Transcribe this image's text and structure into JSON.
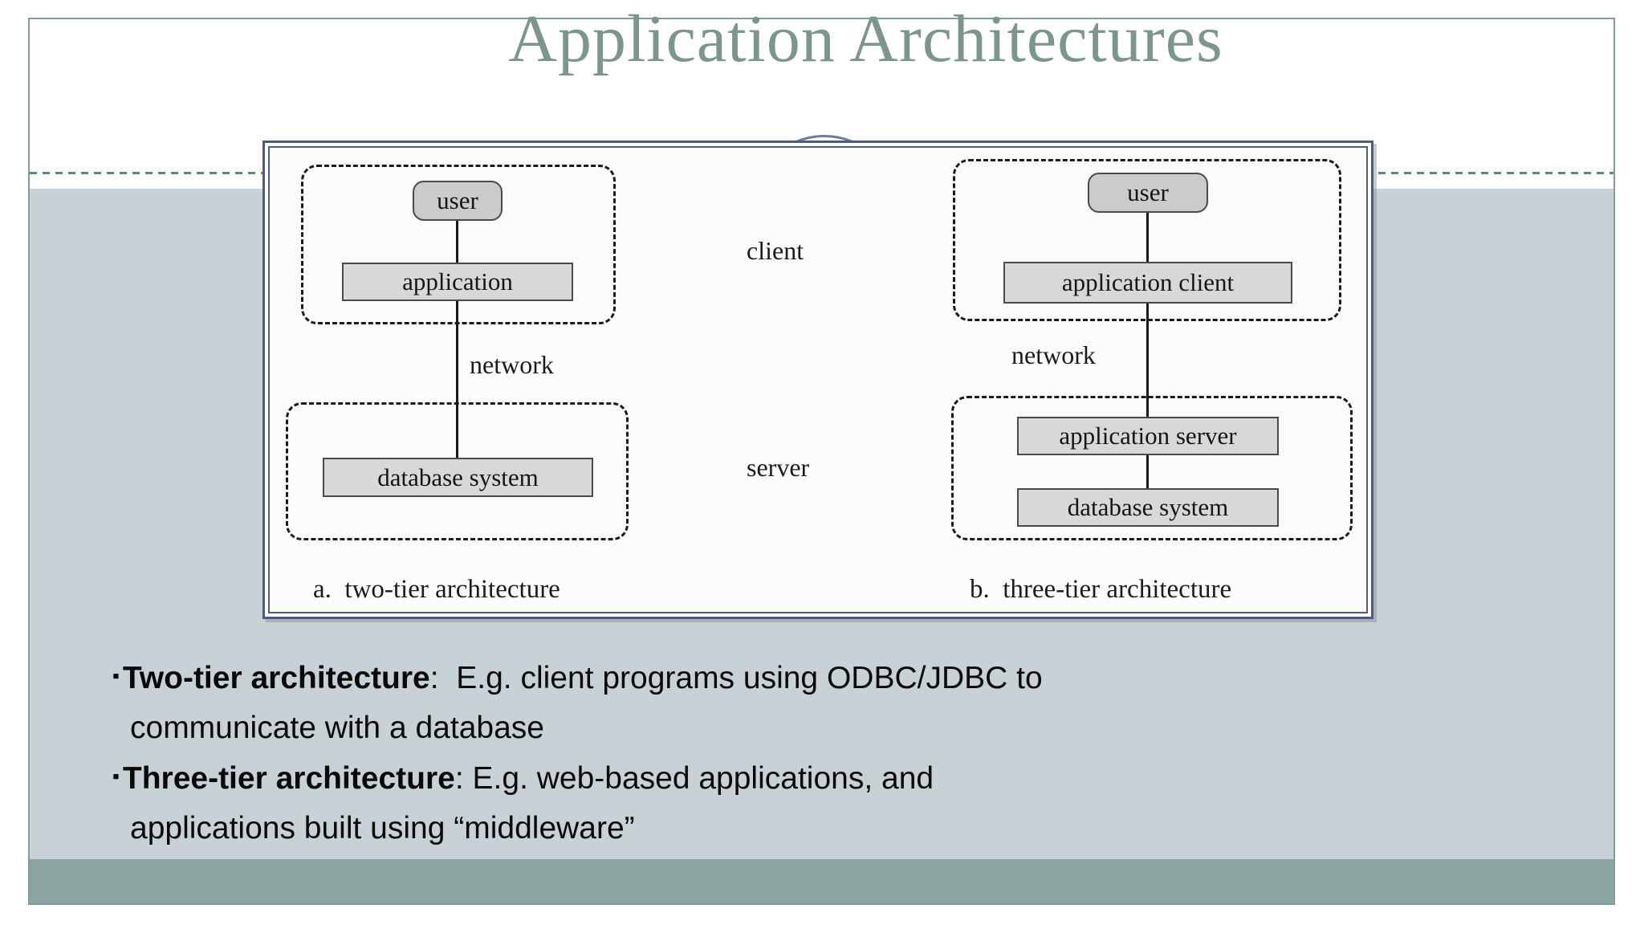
{
  "slide": {
    "title": "Application Architectures"
  },
  "figure": {
    "left": {
      "user": "user",
      "application": "application",
      "network": "network",
      "database": "database system",
      "caption": "a.  two-tier architecture"
    },
    "middle": {
      "client": "client",
      "server": "server"
    },
    "right": {
      "user": "user",
      "application_client": "application client",
      "network": "network",
      "application_server": "application server",
      "database": "database system",
      "caption": "b.  three-tier architecture"
    }
  },
  "bullets": [
    {
      "marker": "▪",
      "bold": "Two-tier architecture",
      "rest": ":  E.g. client programs using ODBC/JDBC to",
      "line2": "communicate with a database"
    },
    {
      "marker": "▪",
      "bold": "Three-tier architecture",
      "rest": ": E.g. web-based applications, and",
      "line2": "applications built using “middleware”"
    }
  ],
  "colors": {
    "title_text": "#7c968f",
    "frame_border": "#819b98",
    "body_background": "#c8d2d6",
    "footer_band": "#8aa5a2",
    "dashed_rule": "#5f837f",
    "figure_border": "#4e5a80",
    "figure_background": "#fbfbf9",
    "node_fill": "#d8d8d8",
    "bullet_text": "#0a0a0a"
  }
}
